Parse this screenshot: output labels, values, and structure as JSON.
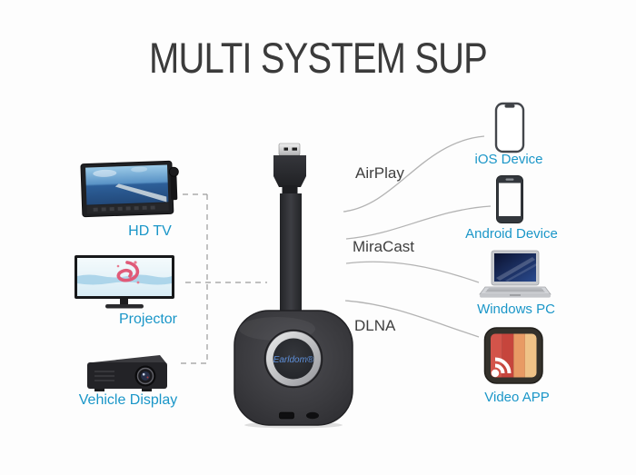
{
  "title": "MULTI SYSTEM SUP",
  "dongle": {
    "brand_logo": "Earldom®"
  },
  "protocols": {
    "airplay": "AirPlay",
    "miracast": "MiraCast",
    "dlna": "DLNA"
  },
  "display_devices": [
    {
      "label": "HD TV"
    },
    {
      "label": "Projector"
    },
    {
      "label": "Vehicle Display"
    }
  ],
  "source_devices": [
    {
      "label": "iOS Device"
    },
    {
      "label": "Android Device"
    },
    {
      "label": "Windows PC"
    },
    {
      "label": "Video APP"
    }
  ],
  "colors": {
    "label_blue": "#1a96c8",
    "title_gray": "#3b3b3b",
    "protocol_gray": "#3f3f3f",
    "curve_gray": "#b3b3b3",
    "dash_gray": "#9b9b9b",
    "logo_blue": "#5e8fd9",
    "video_app_stripes": [
      "#d3544a",
      "#c6453c",
      "#e89a64",
      "#efc287"
    ]
  }
}
